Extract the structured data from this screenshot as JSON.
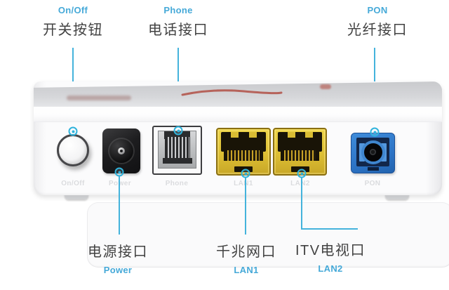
{
  "colors": {
    "accent_blue": "#45a9d8",
    "leader_blue": "#44b3dc",
    "text_dark": "#424242",
    "lan_yellow": "#ddbf34",
    "pon_blue": "#2d74c6",
    "embossed_gray": "#dadbde"
  },
  "annotations": {
    "top": [
      {
        "id": "onoff",
        "en": "On/Off",
        "zh": "开关按钮"
      },
      {
        "id": "phone",
        "en": "Phone",
        "zh": "电话接口"
      },
      {
        "id": "pon",
        "en": "PON",
        "zh": "光纤接口"
      }
    ],
    "bottom": [
      {
        "id": "power",
        "zh": "电源接口",
        "en": "Power"
      },
      {
        "id": "lan1",
        "zh": "千兆网口",
        "en": "LAN1"
      },
      {
        "id": "lan2",
        "zh": "ITV电视口",
        "en": "LAN2"
      }
    ]
  },
  "device": {
    "embossed_labels": [
      "On/Off",
      "Power",
      "Phone",
      "LAN1",
      "LAN2",
      "PON"
    ]
  }
}
